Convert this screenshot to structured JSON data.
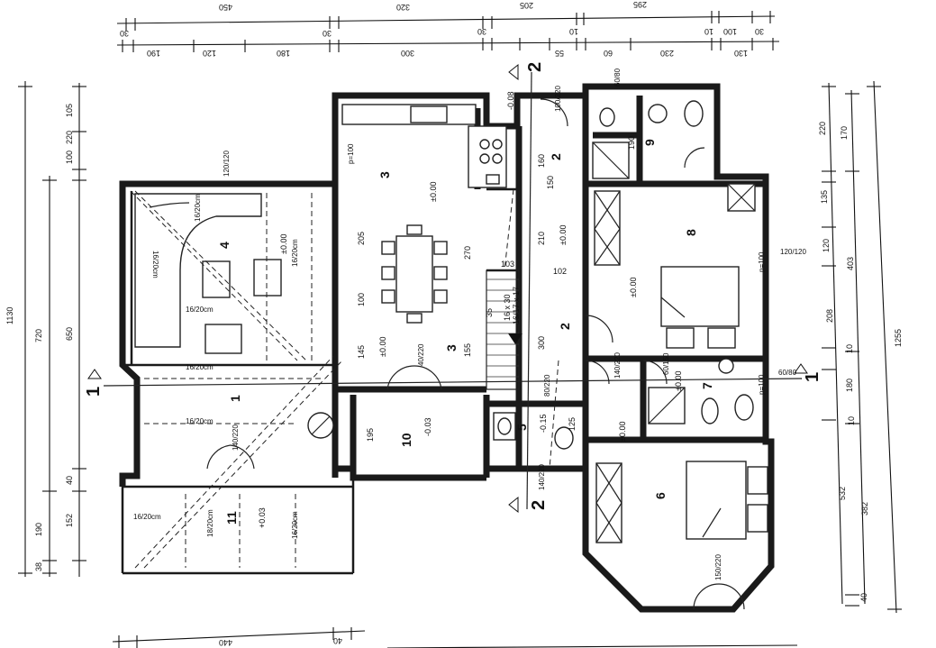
{
  "rooms": [
    {
      "id": "1",
      "label": "1"
    },
    {
      "id": "2a",
      "label": "2"
    },
    {
      "id": "2b",
      "label": "2"
    },
    {
      "id": "3a",
      "label": "3"
    },
    {
      "id": "3b",
      "label": "3"
    },
    {
      "id": "4",
      "label": "4"
    },
    {
      "id": "5",
      "label": "5"
    },
    {
      "id": "6",
      "label": "6"
    },
    {
      "id": "7",
      "label": "7"
    },
    {
      "id": "8",
      "label": "8"
    },
    {
      "id": "9",
      "label": "9"
    },
    {
      "id": "10",
      "label": "10"
    },
    {
      "id": "11",
      "label": "11"
    }
  ],
  "levels": [
    "±0.00",
    "±0.00",
    "±0.00",
    "±0.00",
    "±0.00",
    "-0.03",
    "-0.15",
    "+0.03",
    "±0.00",
    "±0.00",
    "-0.08"
  ],
  "sections": {
    "left": "1",
    "right": "1",
    "top": "2",
    "bottom": "2"
  },
  "top_dims_row1": [
    "30",
    "450",
    "30",
    "320",
    "30",
    "205",
    "10",
    "295",
    "10",
    "100",
    "30"
  ],
  "top_dims_row2": [
    "190",
    "120",
    "180",
    "300",
    "55",
    "60",
    "230",
    "130"
  ],
  "left_dims_a": [
    "1130"
  ],
  "left_dims_b": [
    "720",
    "190",
    "38"
  ],
  "left_dims_c": [
    "220",
    "100",
    "105",
    "650",
    "40",
    "152"
  ],
  "right_dims_a": [
    "1255"
  ],
  "right_dims_b": [
    "403",
    "532",
    "382",
    "40"
  ],
  "right_dims_c": [
    "220",
    "135",
    "120",
    "208",
    "180",
    "10",
    "10",
    "170"
  ],
  "bottom_dims": [
    "440",
    "40"
  ],
  "stair": {
    "steps": "16 x 30",
    "rise": "16/17 x 17"
  },
  "windows": [
    "120/120",
    "100/220",
    "80/220",
    "60/80",
    "140/220",
    "150/220",
    "120/120",
    "60/80",
    "40/220",
    "140/220",
    "140/220",
    "60/150"
  ],
  "parapets": [
    "p=100",
    "p=100",
    "p=100"
  ],
  "labels": {
    "stair_w1": "103",
    "stair_w2": "102",
    "d1": "205",
    "d2": "100",
    "d3": "145",
    "d4": "270",
    "d5": "210",
    "d6": "160",
    "d7": "150",
    "d8": "300",
    "d9": "155",
    "d10": "195",
    "d11": "125",
    "d12": "190",
    "d13": "35",
    "d14": "40",
    "beam1": "16/20cm",
    "beam2": "16/20cm",
    "beam3": "16/20cm",
    "beam4": "16/20cm",
    "beam5": "16/20cm",
    "beam6": "18/20cm",
    "beam7": "16/20cm",
    "beam8": "16/20cm",
    "beam9": "16/20cm"
  }
}
